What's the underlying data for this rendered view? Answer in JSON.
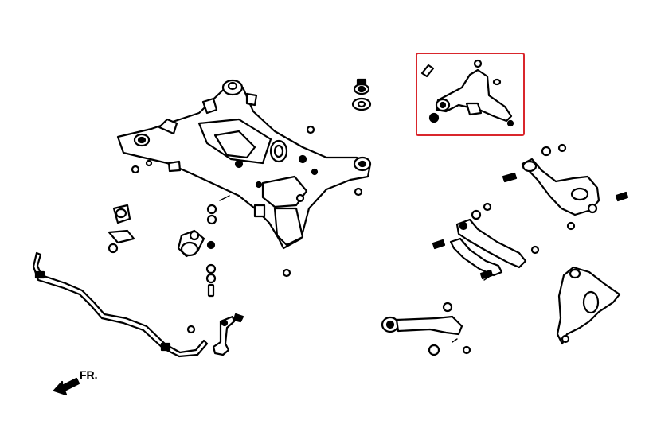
{
  "diagram": {
    "direction_label": "FR.",
    "highlight_color": "#d9262c",
    "line_color": "#000000",
    "background_color": "#ffffff",
    "parts": [
      "rear-subframe",
      "subframe-bushings",
      "stabilizer-bar",
      "stabilizer-link",
      "upper-control-arm",
      "lower-control-arm",
      "toe-arm",
      "lateral-link",
      "trailing-arm",
      "knuckle",
      "bushing-kit",
      "hardware-bolts"
    ]
  }
}
